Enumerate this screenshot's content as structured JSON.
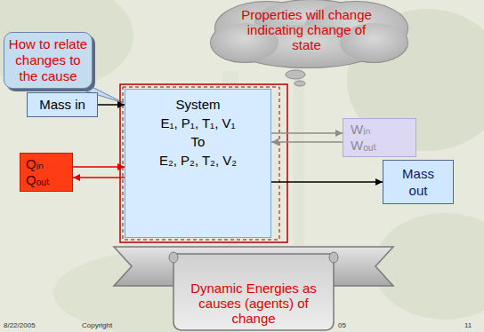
{
  "diagram": {
    "nodes": [
      {
        "text": [
          "Properties will change indicating change of state"
        ]
      },
      {
        "text": [
          "How to relate changes to the cause"
        ]
      },
      {
        "text": [
          "Mass in"
        ]
      },
      {
        "text": [
          "System",
          "E₁, P₁, T₁, V₁",
          "To",
          "E₂, P₂, T₂, V₂"
        ]
      },
      {
        "text": [
          "Wᵢₙ",
          "Wₒᵤₜ"
        ]
      },
      {
        "text": [
          "Qᵢₙ",
          "Qₒᵤₜ"
        ]
      },
      {
        "text": [
          "Mass out"
        ]
      },
      {
        "text": [
          "Dynamic Energies as causes (agents) of change"
        ]
      }
    ],
    "edges": [
      {
        "from": 2,
        "to": 3,
        "arrow": "to"
      },
      {
        "from": 3,
        "to": 4,
        "arrow": "to"
      },
      {
        "from": 4,
        "to": 3,
        "arrow": "to"
      },
      {
        "from": 5,
        "to": 3,
        "arrow": "to"
      },
      {
        "from": 3,
        "to": 5,
        "arrow": "to"
      },
      {
        "from": 3,
        "to": 6,
        "arrow": "to"
      }
    ],
    "labels": [
      "8/22/2005",
      "Copyright",
      "05",
      "11"
    ]
  }
}
